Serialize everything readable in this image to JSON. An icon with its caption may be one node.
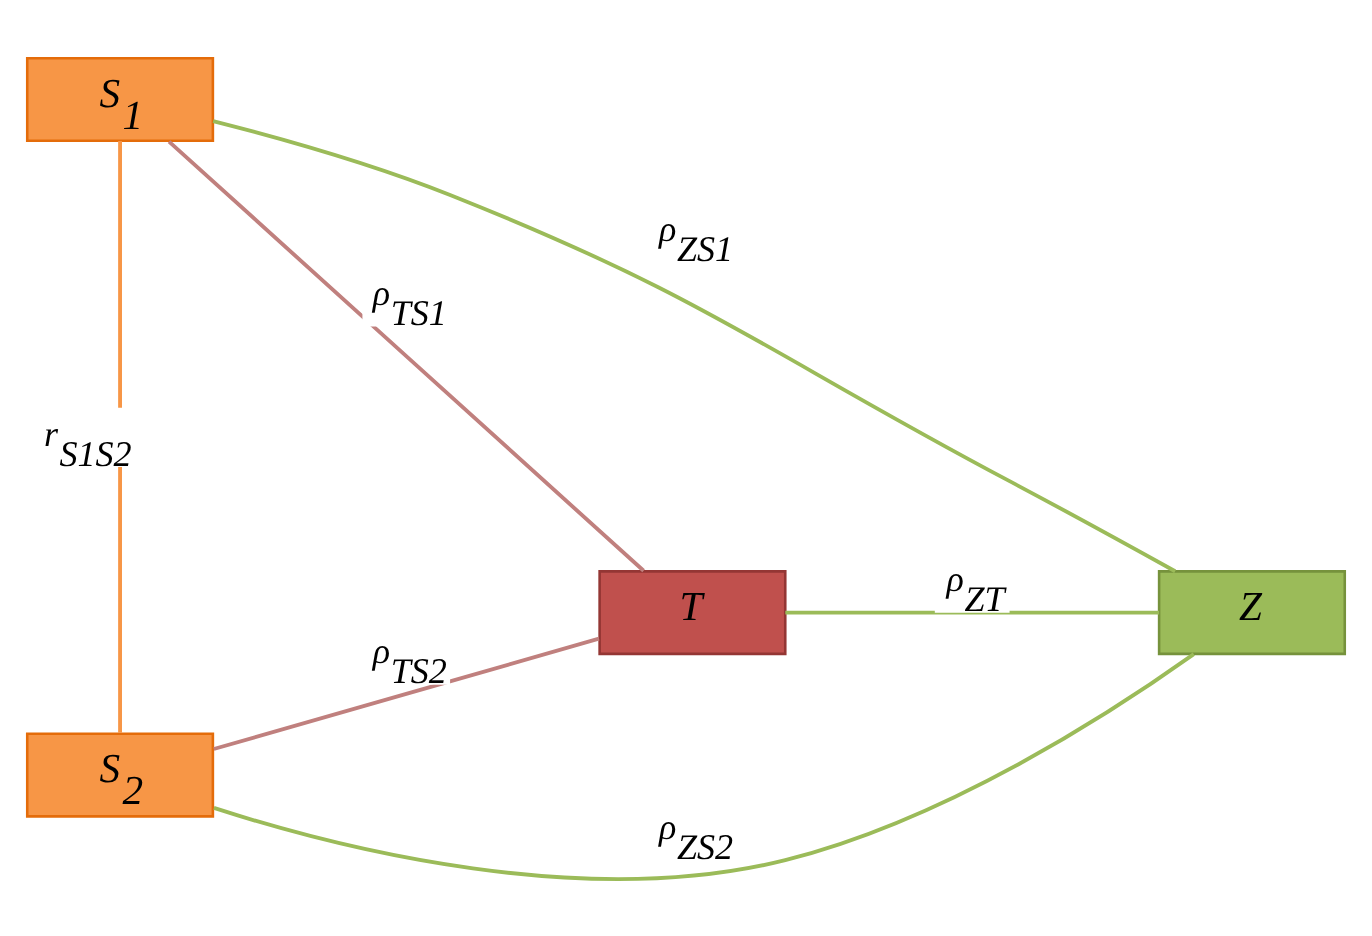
{
  "diagram": {
    "nodes": [
      {
        "text": [
          "S$_{1}$"
        ]
      },
      {
        "text": [
          "T"
        ]
      },
      {
        "text": [
          "Z"
        ]
      },
      {
        "text": [
          "S$_{2}$"
        ]
      }
    ],
    "edges": [
      {
        "from": 0,
        "to": 3,
        "arrow": "none",
        "label": "r$_{S1S2}$",
        "color": "#f79646"
      },
      {
        "from": 0,
        "to": 1,
        "arrow": "none",
        "label": "ρ$_{TS1}$",
        "color": "#c0807e"
      },
      {
        "from": 3,
        "to": 1,
        "arrow": "none",
        "label": "ρ$_{TS2}$",
        "color": "#c0807e"
      },
      {
        "from": 0,
        "to": 2,
        "arrow": "none",
        "label": "ρ$_{ZS1}$"
      },
      {
        "from": 1,
        "to": 2,
        "arrow": "none",
        "label": "ρ$_{ZT}$"
      },
      {
        "from": 3,
        "to": 2,
        "arrow": "none",
        "label": "ρ$_{ZS2}$"
      }
    ]
  }
}
